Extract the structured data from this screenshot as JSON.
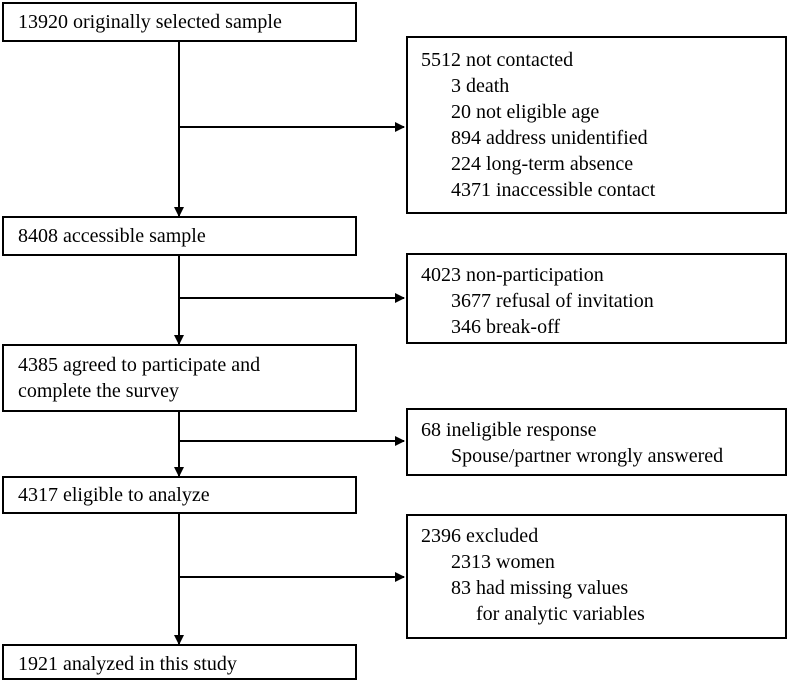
{
  "steps": [
    {
      "lines": [
        "13920 originally selected sample"
      ]
    },
    {
      "lines": [
        "8408 accessible sample"
      ]
    },
    {
      "lines": [
        "4385 agreed to participate and",
        "complete the survey"
      ]
    },
    {
      "lines": [
        "4317 eligible to analyze"
      ]
    },
    {
      "lines": [
        "1921 analyzed in this study"
      ]
    }
  ],
  "exclusions": [
    {
      "title": "5512 not contacted",
      "items": [
        "3 death",
        "20 not eligible age",
        "894 address unidentified",
        "224 long-term absence",
        "4371 inaccessible contact"
      ]
    },
    {
      "title": "4023 non-participation",
      "items": [
        "3677 refusal of invitation",
        "346 break-off"
      ]
    },
    {
      "title": "68 ineligible response",
      "items": [
        "Spouse/partner wrongly answered"
      ]
    },
    {
      "title": "2396 excluded",
      "items": [
        "2313 women",
        "83 had missing values"
      ],
      "continuation": "for analytic variables"
    }
  ]
}
